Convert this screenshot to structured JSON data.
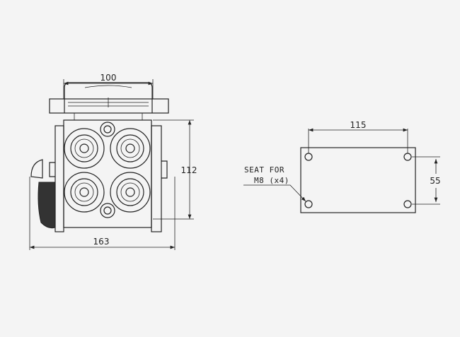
{
  "front_view": {
    "dim_width_top": "100",
    "dim_height": "112",
    "dim_width_total": "163"
  },
  "mounting_plate": {
    "dim_hole_spacing_horizontal": "115",
    "dim_hole_spacing_vertical": "55",
    "note_line1": "SEAT FOR",
    "note_line2": "M8 (x4)"
  },
  "colors": {
    "background": "#f4f4f4",
    "line": "#222222"
  }
}
